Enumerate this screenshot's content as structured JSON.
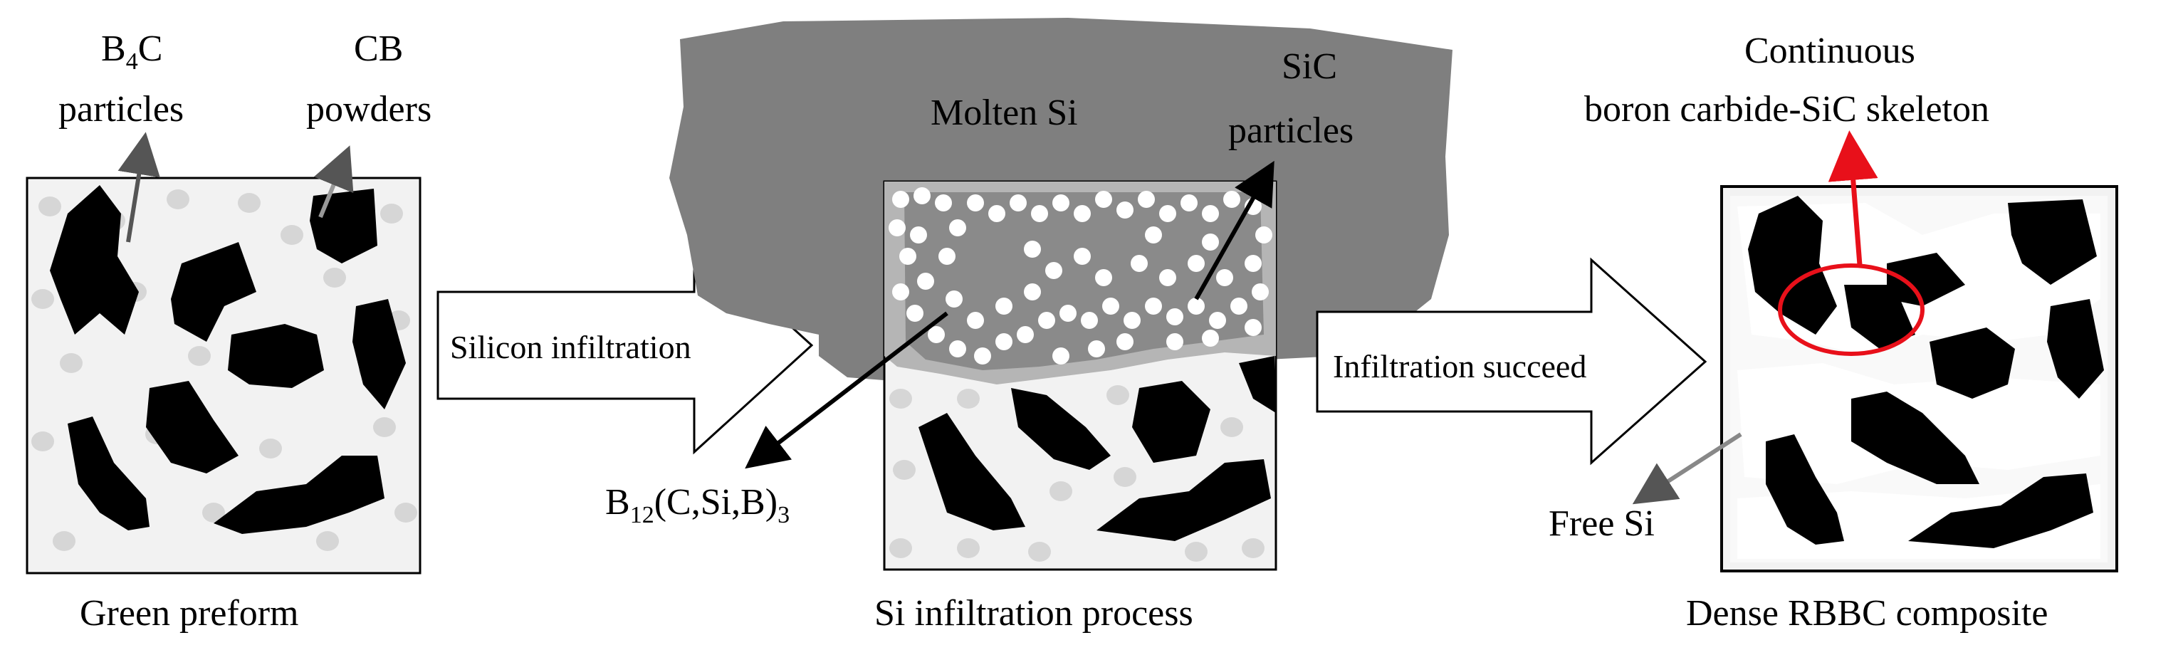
{
  "panels": {
    "green": {
      "caption": "Green preform",
      "b4c_label_line1_main": "B",
      "b4c_label_line1_sub": "4",
      "b4c_label_line1_end": "C",
      "b4c_label_line2": "particles",
      "cb_label_line1": "CB",
      "cb_label_line2": "powders"
    },
    "process": {
      "caption": "Si infiltration process",
      "molten_label": "Molten Si",
      "sic_label_line1": "SiC",
      "sic_label_line2": "particles",
      "boride_main": "B",
      "boride_sub1": "12",
      "boride_mid": "(C,Si,B)",
      "boride_sub2": "3"
    },
    "dense": {
      "caption": "Dense RBBC composite",
      "skeleton_line1": "Continuous",
      "skeleton_line2": "boron carbide-SiC skeleton",
      "free_si_label": "Free Si"
    }
  },
  "arrows": {
    "first": "Silicon  infiltration",
    "second": "Infiltration  succeed"
  },
  "colors": {
    "molten_si": "#7f7f7f",
    "preform_bg": "#f2f2f2",
    "b4c_particle": "#000000",
    "cb_powder": "#d6d6d6",
    "highlight": "#e8101a"
  }
}
